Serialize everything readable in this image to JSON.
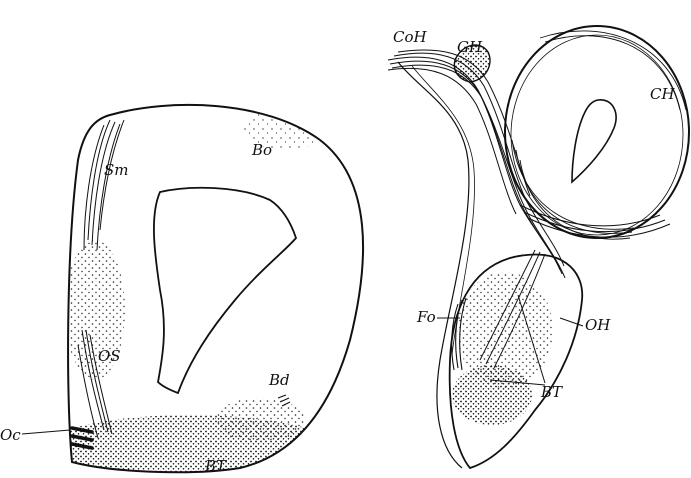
{
  "figure": {
    "ink_color": "#111111",
    "background": "#ffffff",
    "left_section": {
      "labels": {
        "sm": "Sm",
        "bo": "Bo",
        "os": "OS",
        "bd": "Bd",
        "oc": "Oc",
        "bt": "BT"
      }
    },
    "right_section": {
      "labels": {
        "coh": "CoH",
        "gh": "GH",
        "ch": "CH",
        "fo": "Fo",
        "oh": "OH",
        "bt": "BT"
      }
    }
  }
}
